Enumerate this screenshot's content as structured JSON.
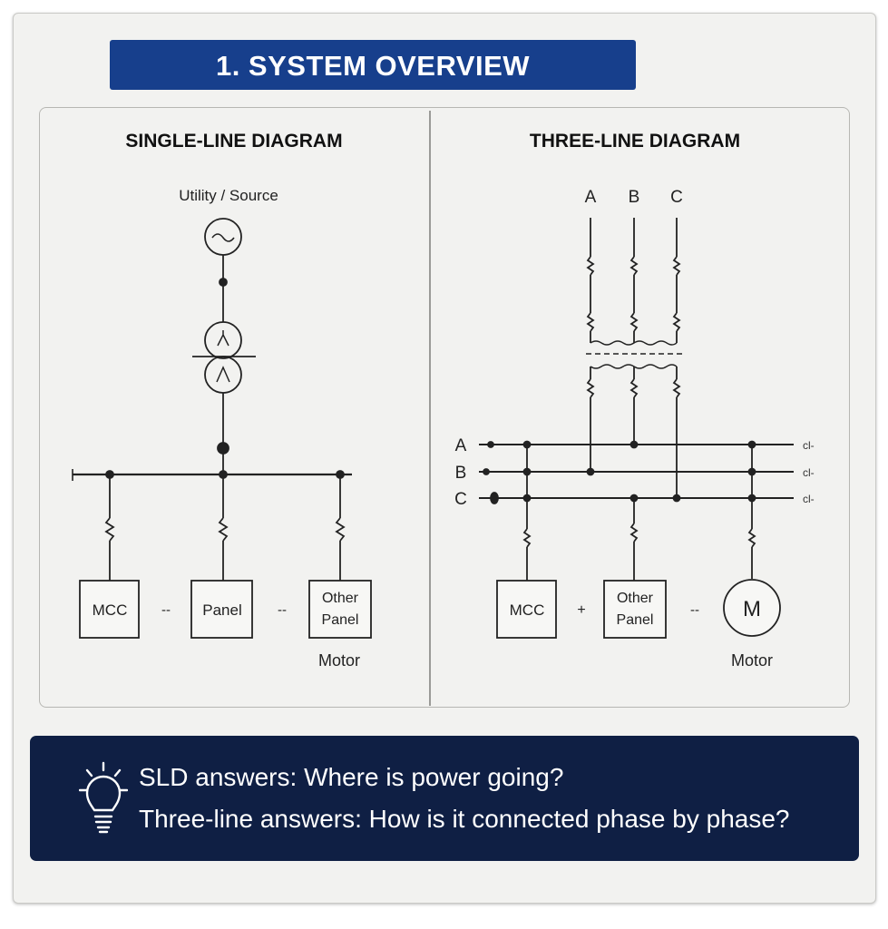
{
  "title": "1. SYSTEM OVERVIEW",
  "single_line": {
    "heading": "SINGLE-LINE DIAGRAM",
    "source_label": "Utility / Source",
    "boxes": {
      "mcc": "MCC",
      "panel": "Panel",
      "other1": "Other",
      "other2": "Panel"
    },
    "dashes": [
      "--",
      "--"
    ],
    "motor_label": "Motor"
  },
  "three_line": {
    "heading": "THREE-LINE DIAGRAM",
    "phases_top": [
      "A",
      "B",
      "C"
    ],
    "phases_left": [
      "A",
      "B",
      "C"
    ],
    "right_marks": [
      "cl-",
      "cl-",
      "cl-"
    ],
    "boxes": {
      "mcc": "MCC",
      "other1": "Other",
      "other2": "Panel"
    },
    "dashes": [
      "+",
      "--"
    ],
    "motor_symbol": "M",
    "motor_label": "Motor"
  },
  "callout": {
    "icon": "lightbulb-icon",
    "line1": "SLD answers: Where is power going?",
    "line2": "Three-line answers: How is it connected phase by phase?"
  }
}
